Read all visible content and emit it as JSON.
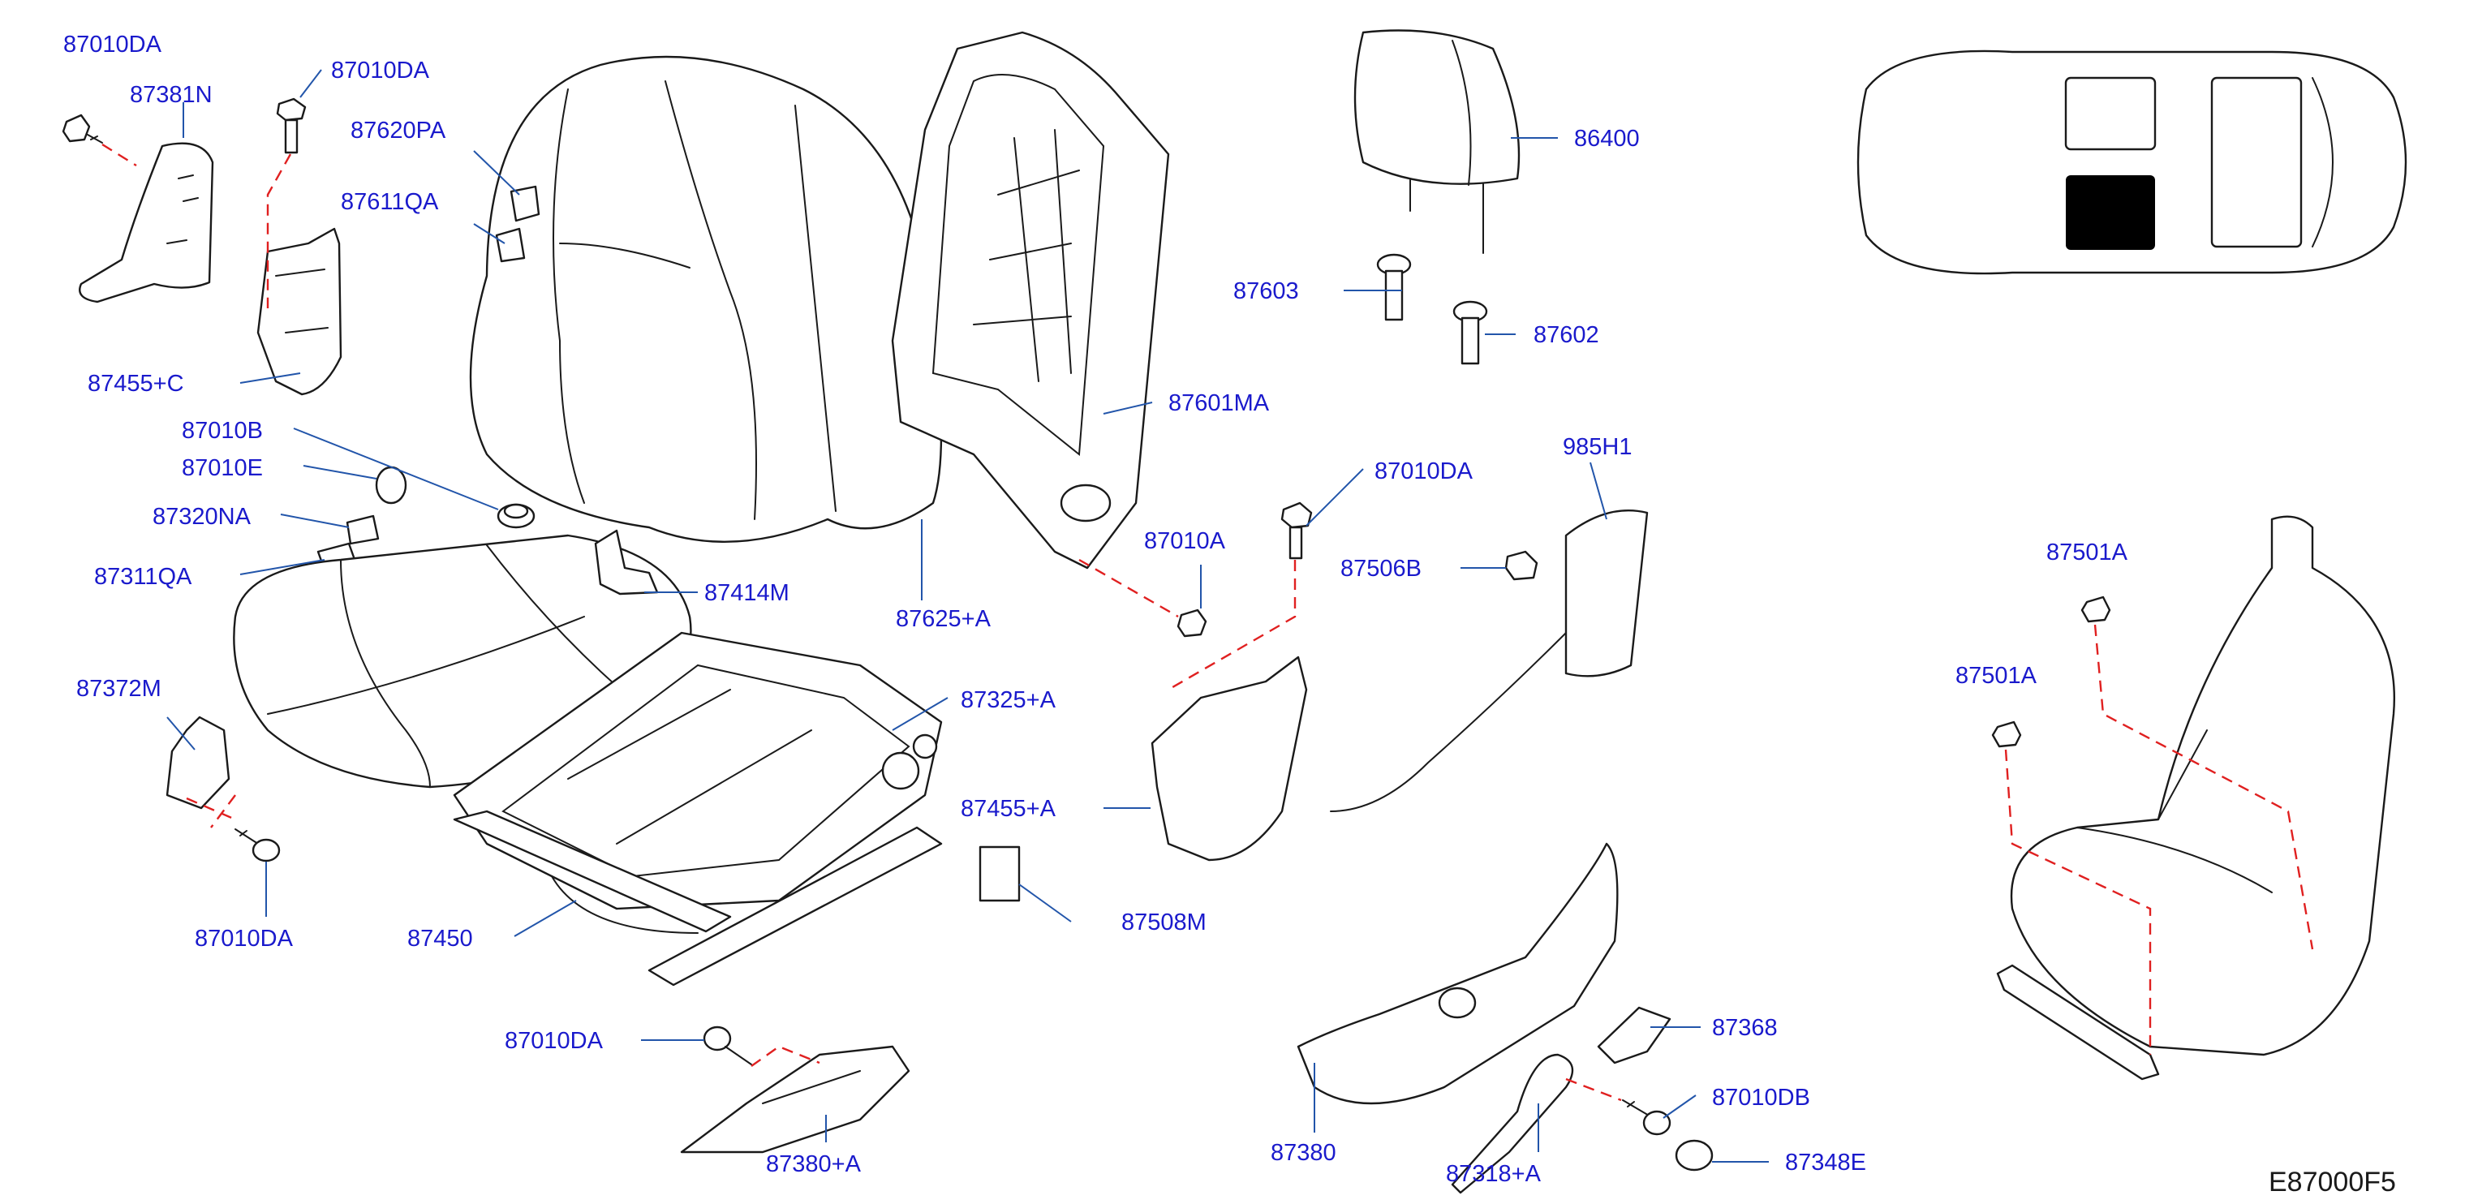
{
  "colors": {
    "label": "#1a1acc",
    "leader": "#2255aa",
    "line": "#1a1a1a",
    "dashed_guide": "#e02020",
    "highlight": "#000000"
  },
  "labels": {
    "p_87010DA_1": "87010DA",
    "p_87381N": "87381N",
    "p_87010DA_2": "87010DA",
    "p_87620PA": "87620PA",
    "p_87611QA": "87611QA",
    "p_87455C": "87455+C",
    "p_87010B": "87010B",
    "p_87010E": "87010E",
    "p_87320NA": "87320NA",
    "p_87311QA": "87311QA",
    "p_87372M": "87372M",
    "p_87010DA_3": "87010DA",
    "p_87450": "87450",
    "p_87010DA_4": "87010DA",
    "p_87380A": "87380+A",
    "p_87414M": "87414M",
    "p_87625A": "87625+A",
    "p_87325A": "87325+A",
    "p_87601MA": "87601MA",
    "p_86400": "86400",
    "p_87603": "87603",
    "p_87602": "87602",
    "p_87010DA_5": "87010DA",
    "p_87010A": "87010A",
    "p_87506B": "87506B",
    "p_985H1": "985H1",
    "p_87455A": "87455+A",
    "p_87508M": "87508M",
    "p_87380": "87380",
    "p_87368": "87368",
    "p_87010DB": "87010DB",
    "p_87318A": "87318+A",
    "p_87348E": "87348E",
    "p_87501A_1": "87501A",
    "p_87501A_2": "87501A"
  },
  "diagram_code": "E87000F5"
}
